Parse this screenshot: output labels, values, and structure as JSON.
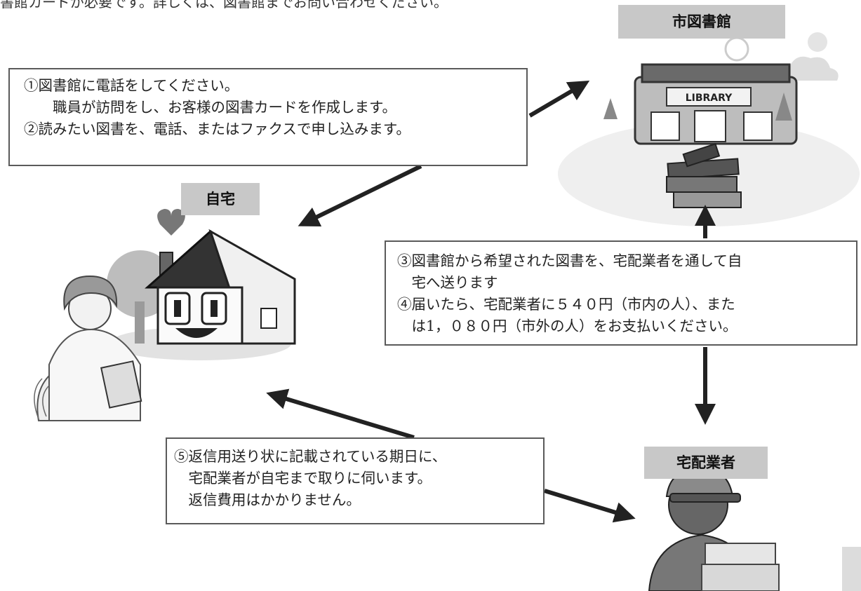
{
  "header_text": "書館カードが必要です。詳しくは、図書館までお問い合わせください。",
  "locations": {
    "library": "市図書館",
    "home": "自宅",
    "courier": "宅配業者"
  },
  "library_sign": "LIBRARY",
  "step_box_1": {
    "line1": "①図書館に電話をしてください。",
    "line2": "　　職員が訪問をし、お客様の図書カードを作成します。",
    "line3": "②読みたい図書を、電話、またはファクスで申し込みます。"
  },
  "step_box_2": {
    "line1": "③図書館から希望された図書を、宅配業者を通して自",
    "line2": "　宅へ送ります",
    "line3": "④届いたら、宅配業者に５４０円（市内の人）、また",
    "line4": "　は1，０８０円（市外の人）をお支払いください。"
  },
  "step_box_3": {
    "line1": "⑤返信用送り状に記載されている期日に、",
    "line2": "　宅配業者が自宅まで取りに伺います。",
    "line3": "　返信費用はかかりません。"
  }
}
